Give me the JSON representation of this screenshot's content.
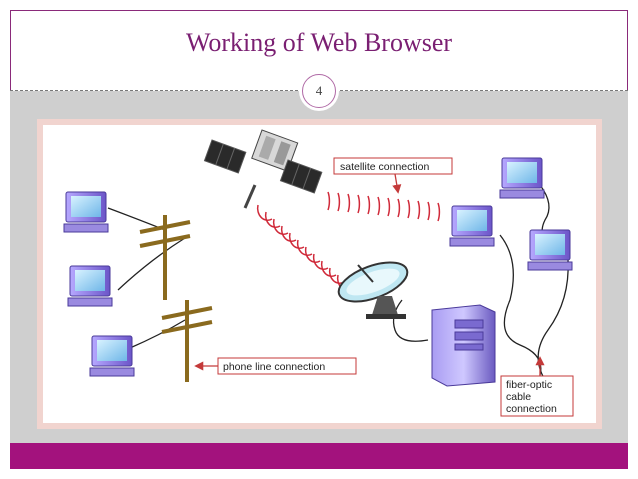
{
  "slide": {
    "title": "Working of Web Browser",
    "page_number": "4"
  },
  "diagram": {
    "labels": {
      "satellite": "satellite connection",
      "phone": "phone line connection",
      "fiber_line1": "fiber-optic",
      "fiber_line2": "cable",
      "fiber_line3": "connection"
    }
  },
  "colors": {
    "title": "#7a1f72",
    "accent_band": "#a3127d",
    "signal_arcs": "#d02a3a",
    "label_border": "#c43a3a",
    "computer_purple": "#8a7ad8",
    "pole_brown": "#8a6a1e"
  }
}
